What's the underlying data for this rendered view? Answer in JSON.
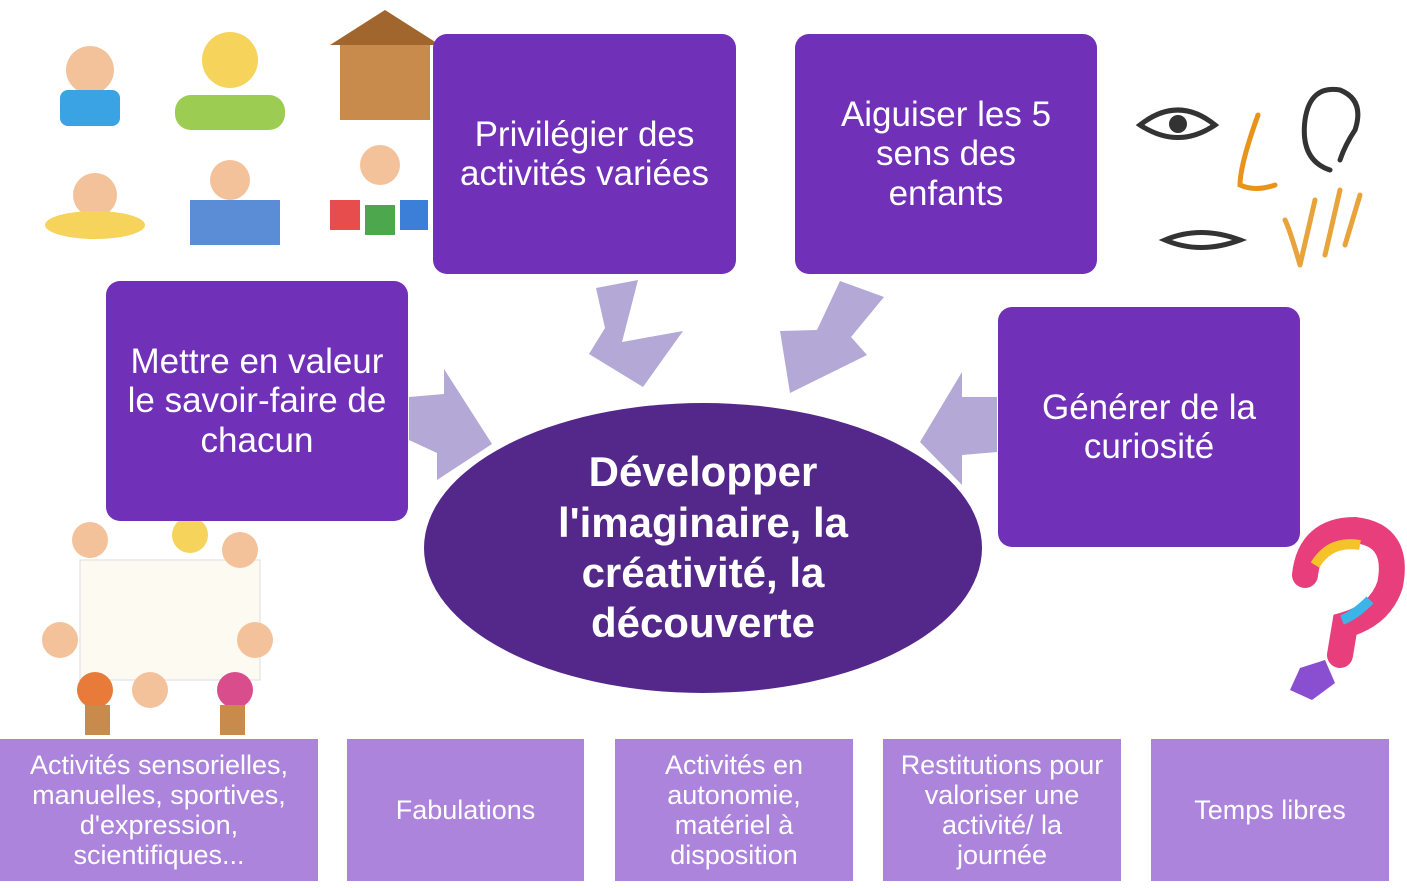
{
  "center": {
    "text": "Développer\nl'imaginaire, la\ncréativité, la\ndécouverte"
  },
  "boxes": {
    "privilegier": "Privilégier des\nactivités variées",
    "aiguiser": "Aiguiser les 5\nsens des\nenfants",
    "mettre": "Mettre en valeur\nle savoir-faire de\nchacun",
    "generer": "Générer de la\ncuriosité"
  },
  "bottom": [
    "Activités sensorielles,\nmanuelles, sportives,\nd'expression,\nscientifiques...",
    "Fabulations",
    "Activités en\nautonomie,\nmatériel à\ndisposition",
    "Restitutions pour\nvaloriser une\nactivité/ la\njournée",
    "Temps libres"
  ],
  "colors": {
    "box": "#7030b8",
    "center": "#53288a",
    "bottom": "#ac84dc",
    "arrow": "#b3a8d6"
  },
  "icons": [
    "children-illustration-icon",
    "senses-illustration-icon",
    "children-drawing-illustration-icon",
    "question-mark-illustration-icon"
  ]
}
